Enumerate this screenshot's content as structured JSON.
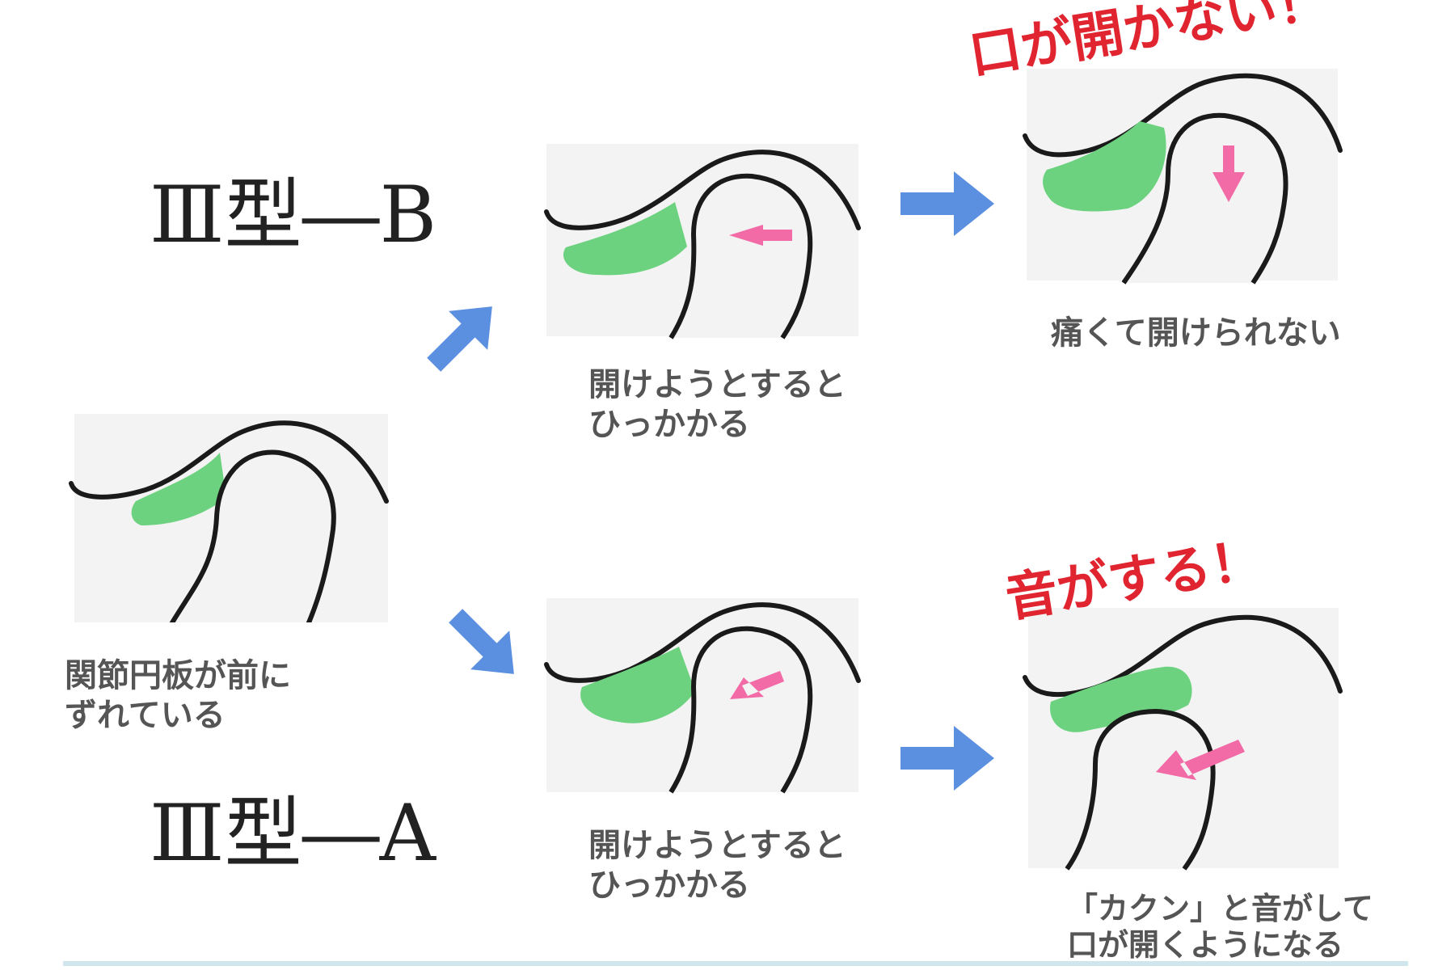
{
  "labels": {
    "type_b": "Ⅲ型―B",
    "type_a": "Ⅲ型―A"
  },
  "captions": {
    "initial_line1": "関節円板が前に",
    "initial_line2": "ずれている",
    "b_mid_line1": "開けようとすると",
    "b_mid_line2": "ひっかかる",
    "b_end": "痛くて開けられない",
    "a_mid_line1": "開けようとすると",
    "a_mid_line2": "ひっかかる",
    "a_end_line1": "「カクン」と音がして",
    "a_end_line2": "口が開くようになる"
  },
  "exclamations": {
    "b": "口が開かない！",
    "a": "音がする！"
  },
  "colors": {
    "disc": "#6cd27f",
    "bone_fill": "#f3f3f3",
    "outline": "#1a1a1a",
    "flow_arrow": "#5b8fe0",
    "motion_arrow": "#f26aa6",
    "exclamation": "#e02530"
  }
}
